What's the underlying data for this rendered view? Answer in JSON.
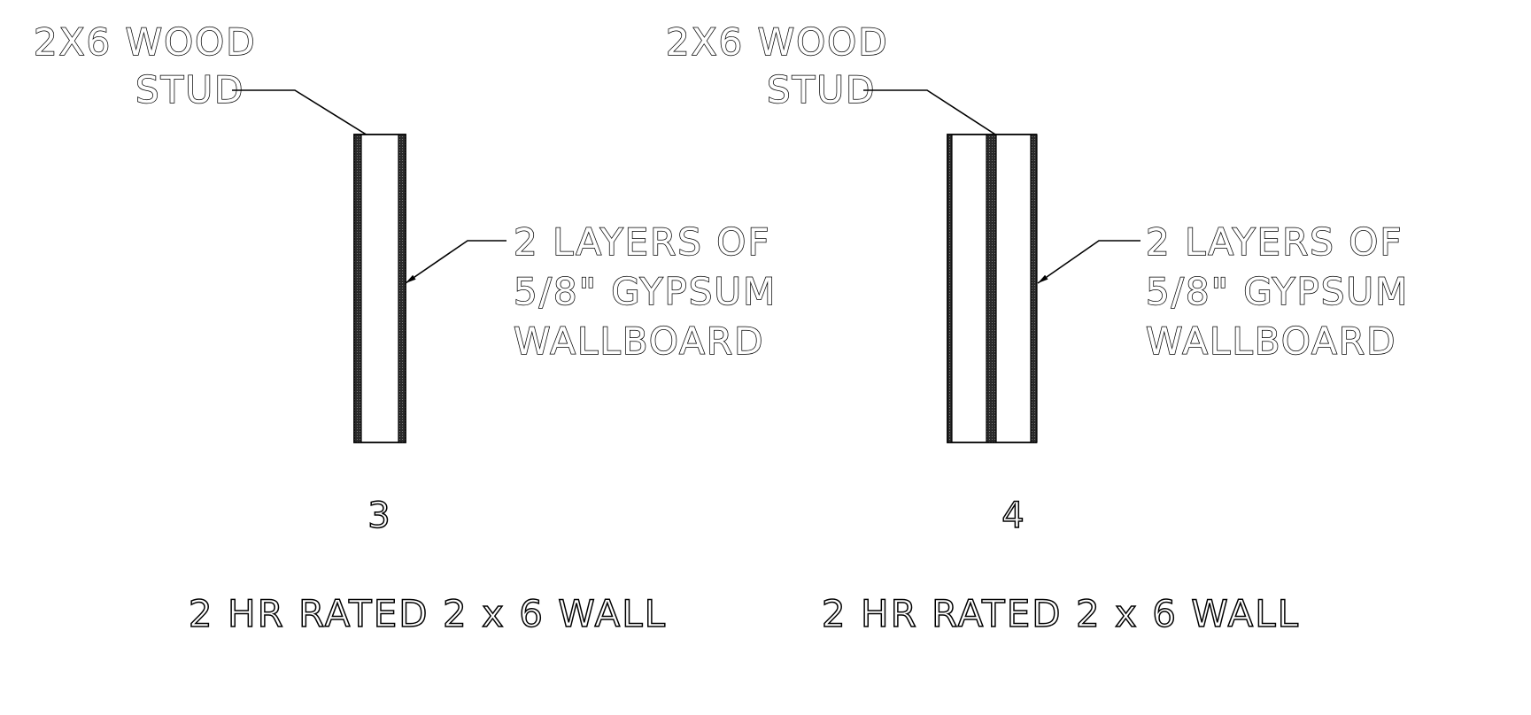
{
  "details": [
    {
      "stud_label_line1": "2X6 WOOD",
      "stud_label_line2": "STUD",
      "gypsum_label_line1": "2 LAYERS OF",
      "gypsum_label_line2": "5/8\" GYPSUM",
      "gypsum_label_line3": "WALLBOARD",
      "number": "3",
      "title": "2 HR RATED 2 x 6 WALL"
    },
    {
      "stud_label_line1": "2X6 WOOD",
      "stud_label_line2": "STUD",
      "gypsum_label_line1": "2 LAYERS OF",
      "gypsum_label_line2": "5/8\" GYPSUM",
      "gypsum_label_line3": "WALLBOARD",
      "number": "4",
      "title": "2 HR RATED 2 x 6 WALL"
    }
  ],
  "colors": {
    "line": "#000000",
    "background": "#ffffff"
  }
}
